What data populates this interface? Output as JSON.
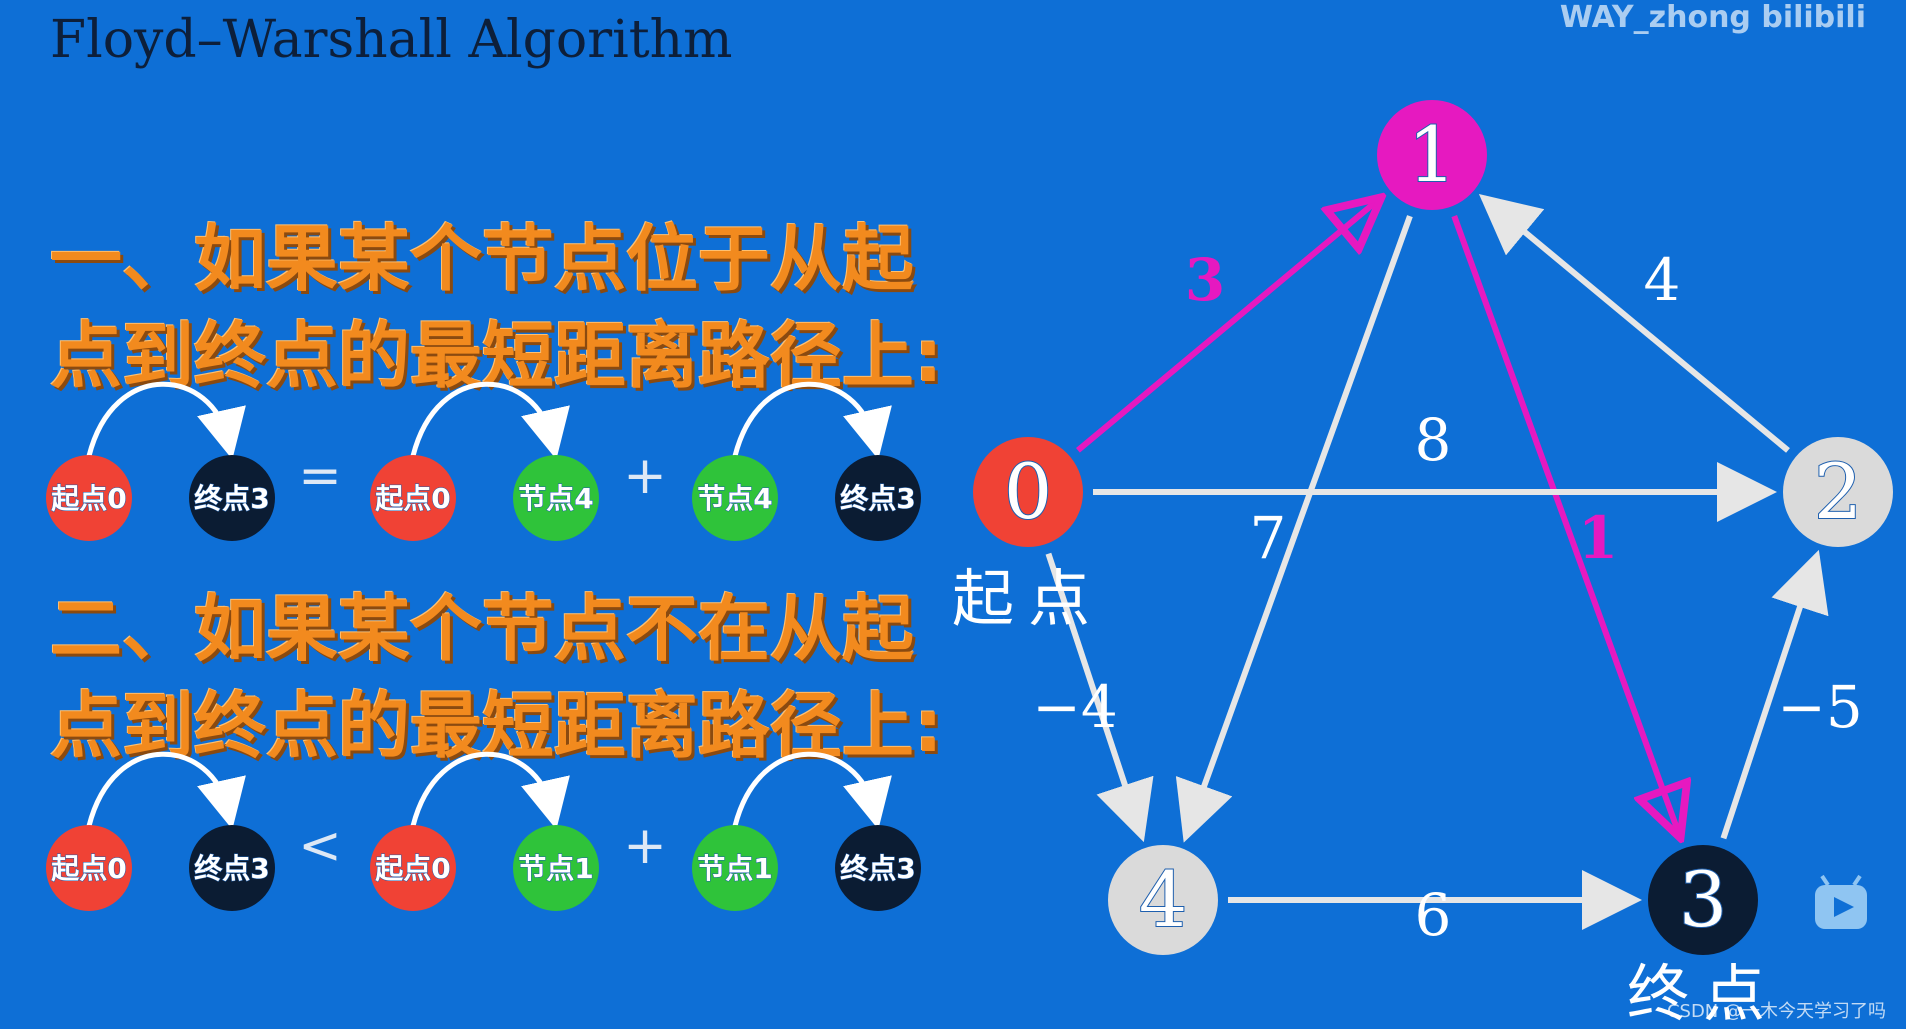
{
  "title": "Floyd–Warshall Algorithm",
  "watermark": "WAY_zhong bilibili",
  "csdn_credit": "CSDN @一木今天学习了吗",
  "rule1": {
    "line1": "一、如果某个节点位于从起",
    "line2": "点到终点的最短距离路径上:"
  },
  "rule2": {
    "line1": "二、如果某个节点不在从起",
    "line2": "点到终点的最短距离路径上:"
  },
  "equations": [
    {
      "operator": "=",
      "plus": "+",
      "terms": [
        {
          "from": "起点0",
          "from_color": "#F04235",
          "to": "终点3",
          "to_color": "#0B1C33"
        },
        {
          "from": "起点0",
          "from_color": "#F04235",
          "to": "节点4",
          "to_color": "#2FC33A"
        },
        {
          "from": "节点4",
          "from_color": "#2FC33A",
          "to": "终点3",
          "to_color": "#0B1C33"
        }
      ]
    },
    {
      "operator": "<",
      "plus": "+",
      "terms": [
        {
          "from": "起点0",
          "from_color": "#F04235",
          "to": "终点3",
          "to_color": "#0B1C33"
        },
        {
          "from": "起点0",
          "from_color": "#F04235",
          "to": "节点1",
          "to_color": "#2FC33A"
        },
        {
          "from": "节点1",
          "from_color": "#2FC33A",
          "to": "终点3",
          "to_color": "#0B1C33"
        }
      ]
    }
  ],
  "graph": {
    "nodes": [
      {
        "id": "0",
        "label": "0",
        "color": "#F04235",
        "text_color": "#FFFFFF",
        "caption": "起点"
      },
      {
        "id": "1",
        "label": "1",
        "color": "#E619C0",
        "text_color": "#FFFFFF",
        "caption": ""
      },
      {
        "id": "2",
        "label": "2",
        "color": "#DADADA",
        "text_color": "#FFFFFF",
        "caption": ""
      },
      {
        "id": "3",
        "label": "3",
        "color": "#0B1C33",
        "text_color": "#FFFFFF",
        "caption": "终点"
      },
      {
        "id": "4",
        "label": "4",
        "color": "#DADADA",
        "text_color": "#FFFFFF",
        "caption": ""
      }
    ],
    "edges": [
      {
        "from": "0",
        "to": "1",
        "weight": "3",
        "color": "#E619C0",
        "highlight": true
      },
      {
        "from": "1",
        "to": "3",
        "weight": "1",
        "color": "#E619C0",
        "highlight": true
      },
      {
        "from": "0",
        "to": "2",
        "weight": "8",
        "color": "#E6E6E6",
        "highlight": false
      },
      {
        "from": "2",
        "to": "1",
        "weight": "4",
        "color": "#E6E6E6",
        "highlight": false
      },
      {
        "from": "1",
        "to": "4",
        "weight": "7",
        "color": "#E6E6E6",
        "highlight": false
      },
      {
        "from": "0",
        "to": "4",
        "weight": "−4",
        "color": "#E6E6E6",
        "highlight": false
      },
      {
        "from": "4",
        "to": "3",
        "weight": "6",
        "color": "#E6E6E6",
        "highlight": false
      },
      {
        "from": "3",
        "to": "2",
        "weight": "−5",
        "color": "#E6E6E6",
        "highlight": false
      }
    ]
  }
}
